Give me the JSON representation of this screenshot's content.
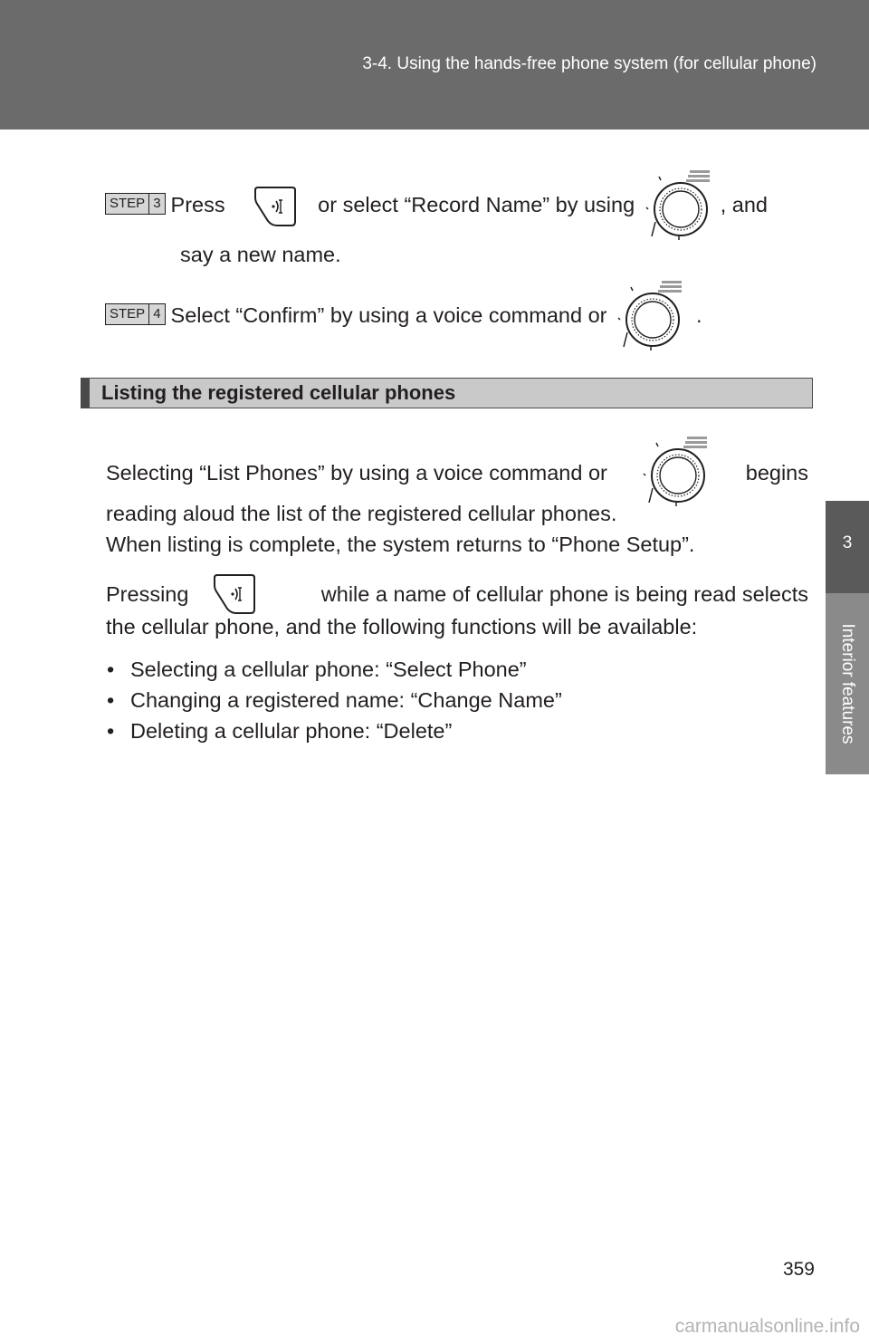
{
  "header": {
    "title": "3-4. Using the hands-free phone system (for cellular phone)"
  },
  "side_tab": {
    "number": "3",
    "label": "Interior features"
  },
  "steps": [
    {
      "badge_label": "STEP",
      "badge_number": "3",
      "t1": "Press",
      "t2": "or select “Record Name” by using",
      "t3": ", and",
      "t4": "say a new name."
    },
    {
      "badge_label": "STEP",
      "badge_number": "4",
      "t1": "Select “Confirm” by using a voice command or",
      "t2": "."
    }
  ],
  "section": {
    "heading": "Listing the registered cellular phones",
    "p1_a": "Selecting “List Phones” by using a voice command or",
    "p1_b": "begins",
    "p1_c": "reading aloud the list of the registered cellular phones.",
    "p2": "When listing is complete, the system returns to “Phone Setup”.",
    "p3_a": "Pressing",
    "p3_b": "while a name of cellular phone is being read selects",
    "p3_c": "the cellular phone, and the following functions will be available:",
    "bullets": [
      "Selecting a cellular phone: “Select Phone”",
      "Changing a registered name: “Change Name”",
      "Deleting a cellular phone: “Delete”"
    ],
    "bullet_marker": "•"
  },
  "icons": {
    "talk_switch": "talk-switch-icon",
    "tune_knob": "tune-file-knob-icon"
  },
  "colors": {
    "header": "#6b6b6b",
    "tab_dark": "#5a5a5a",
    "tab_light": "#8a8a8a",
    "heading_bg": "#c9c9c9"
  },
  "page_number": "359",
  "watermark": "carmanualsonline.info"
}
